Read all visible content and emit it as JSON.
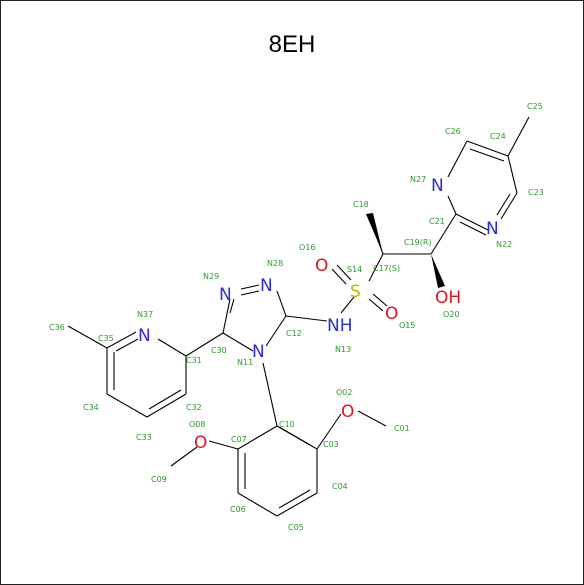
{
  "title": "8EH",
  "colors": {
    "nitrogen": "#2b2bdc",
    "oxygen": "#e0141e",
    "sulfur": "#c8b400",
    "atom_label": "#2a9a2a",
    "bond": "#000000"
  },
  "element_symbols": {
    "n_pyr": "N",
    "n29": "N",
    "n28": "N",
    "n11": "N",
    "nh": "NH",
    "n27": "N",
    "n22": "N",
    "o16": "O",
    "s14": "S",
    "o15": "O",
    "oh": "OH",
    "o02": "O",
    "o08": "O"
  },
  "atom_labels": {
    "C36": "C36",
    "C35": "C35",
    "N37": "N37",
    "C34": "C34",
    "C33": "C33",
    "C32": "C32",
    "C31": "C31",
    "N29": "N29",
    "C30": "C30",
    "N28": "N28",
    "N11": "N11",
    "C12": "C12",
    "N13": "N13",
    "O16": "O16",
    "S14": "S14",
    "O15": "O15",
    "C17": "C17(S)",
    "C18": "C18",
    "C19": "C19(R)",
    "O20": "O20",
    "C21": "C21",
    "N22": "N22",
    "C23": "C23",
    "C24": "C24",
    "C25": "C25",
    "C26": "C26",
    "N27": "N27",
    "C10": "C10",
    "C07": "C07",
    "O08": "O08",
    "C09": "C09",
    "C06": "C06",
    "C05": "C05",
    "C04": "C04",
    "C03": "C03",
    "O02": "O02",
    "C01": "C01"
  }
}
